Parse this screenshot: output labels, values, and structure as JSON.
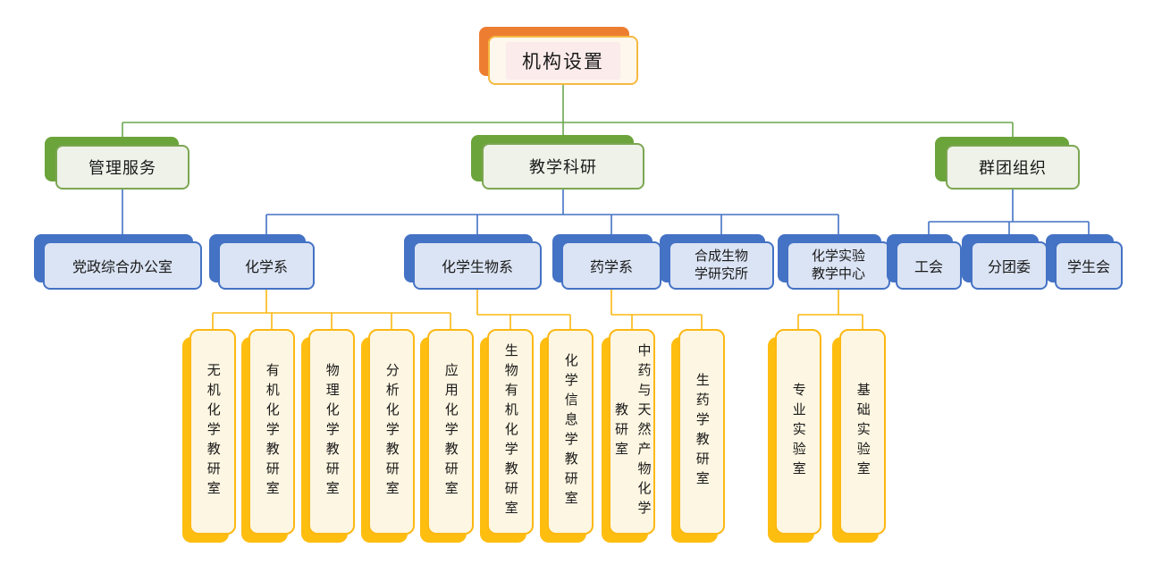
{
  "palette": {
    "root_shadow": "#ed7d31",
    "root_border": "#f5b940",
    "level2_green": "#6ba43a",
    "level3_blue": "#4472c4",
    "level4_gold": "#febe10",
    "line_green": "#6aa84f",
    "line_blue": "#4472c4",
    "line_gold": "#fcb813"
  },
  "tree": {
    "label": "机构设置",
    "children": [
      {
        "label": "管理服务",
        "children": [
          {
            "label": "党政综合办公室"
          }
        ]
      },
      {
        "label": "教学科研",
        "children": [
          {
            "label": "化学系",
            "children": [
              {
                "label": "无机化学教研室"
              },
              {
                "label": "有机化学教研室"
              },
              {
                "label": "物理化学教研室"
              },
              {
                "label": "分析化学教研室"
              },
              {
                "label": "应用化学教研室"
              }
            ]
          },
          {
            "label": "化学生物系",
            "children": [
              {
                "label": "生物有机化学教研室"
              },
              {
                "label": "化学信息学教研室"
              }
            ]
          },
          {
            "label": "药学系",
            "children": [
              {
                "label": "中药与天然产物化学教研室"
              },
              {
                "label": "生药学教研室"
              }
            ]
          },
          {
            "label": "合成生物学研究所",
            "children": []
          },
          {
            "label": "化学实验教学中心",
            "children": [
              {
                "label": "专业实验室"
              },
              {
                "label": "基础实验室"
              }
            ]
          }
        ]
      },
      {
        "label": "群团组织",
        "children": [
          {
            "label": "工会"
          },
          {
            "label": "分团委"
          },
          {
            "label": "学生会"
          }
        ]
      }
    ]
  }
}
